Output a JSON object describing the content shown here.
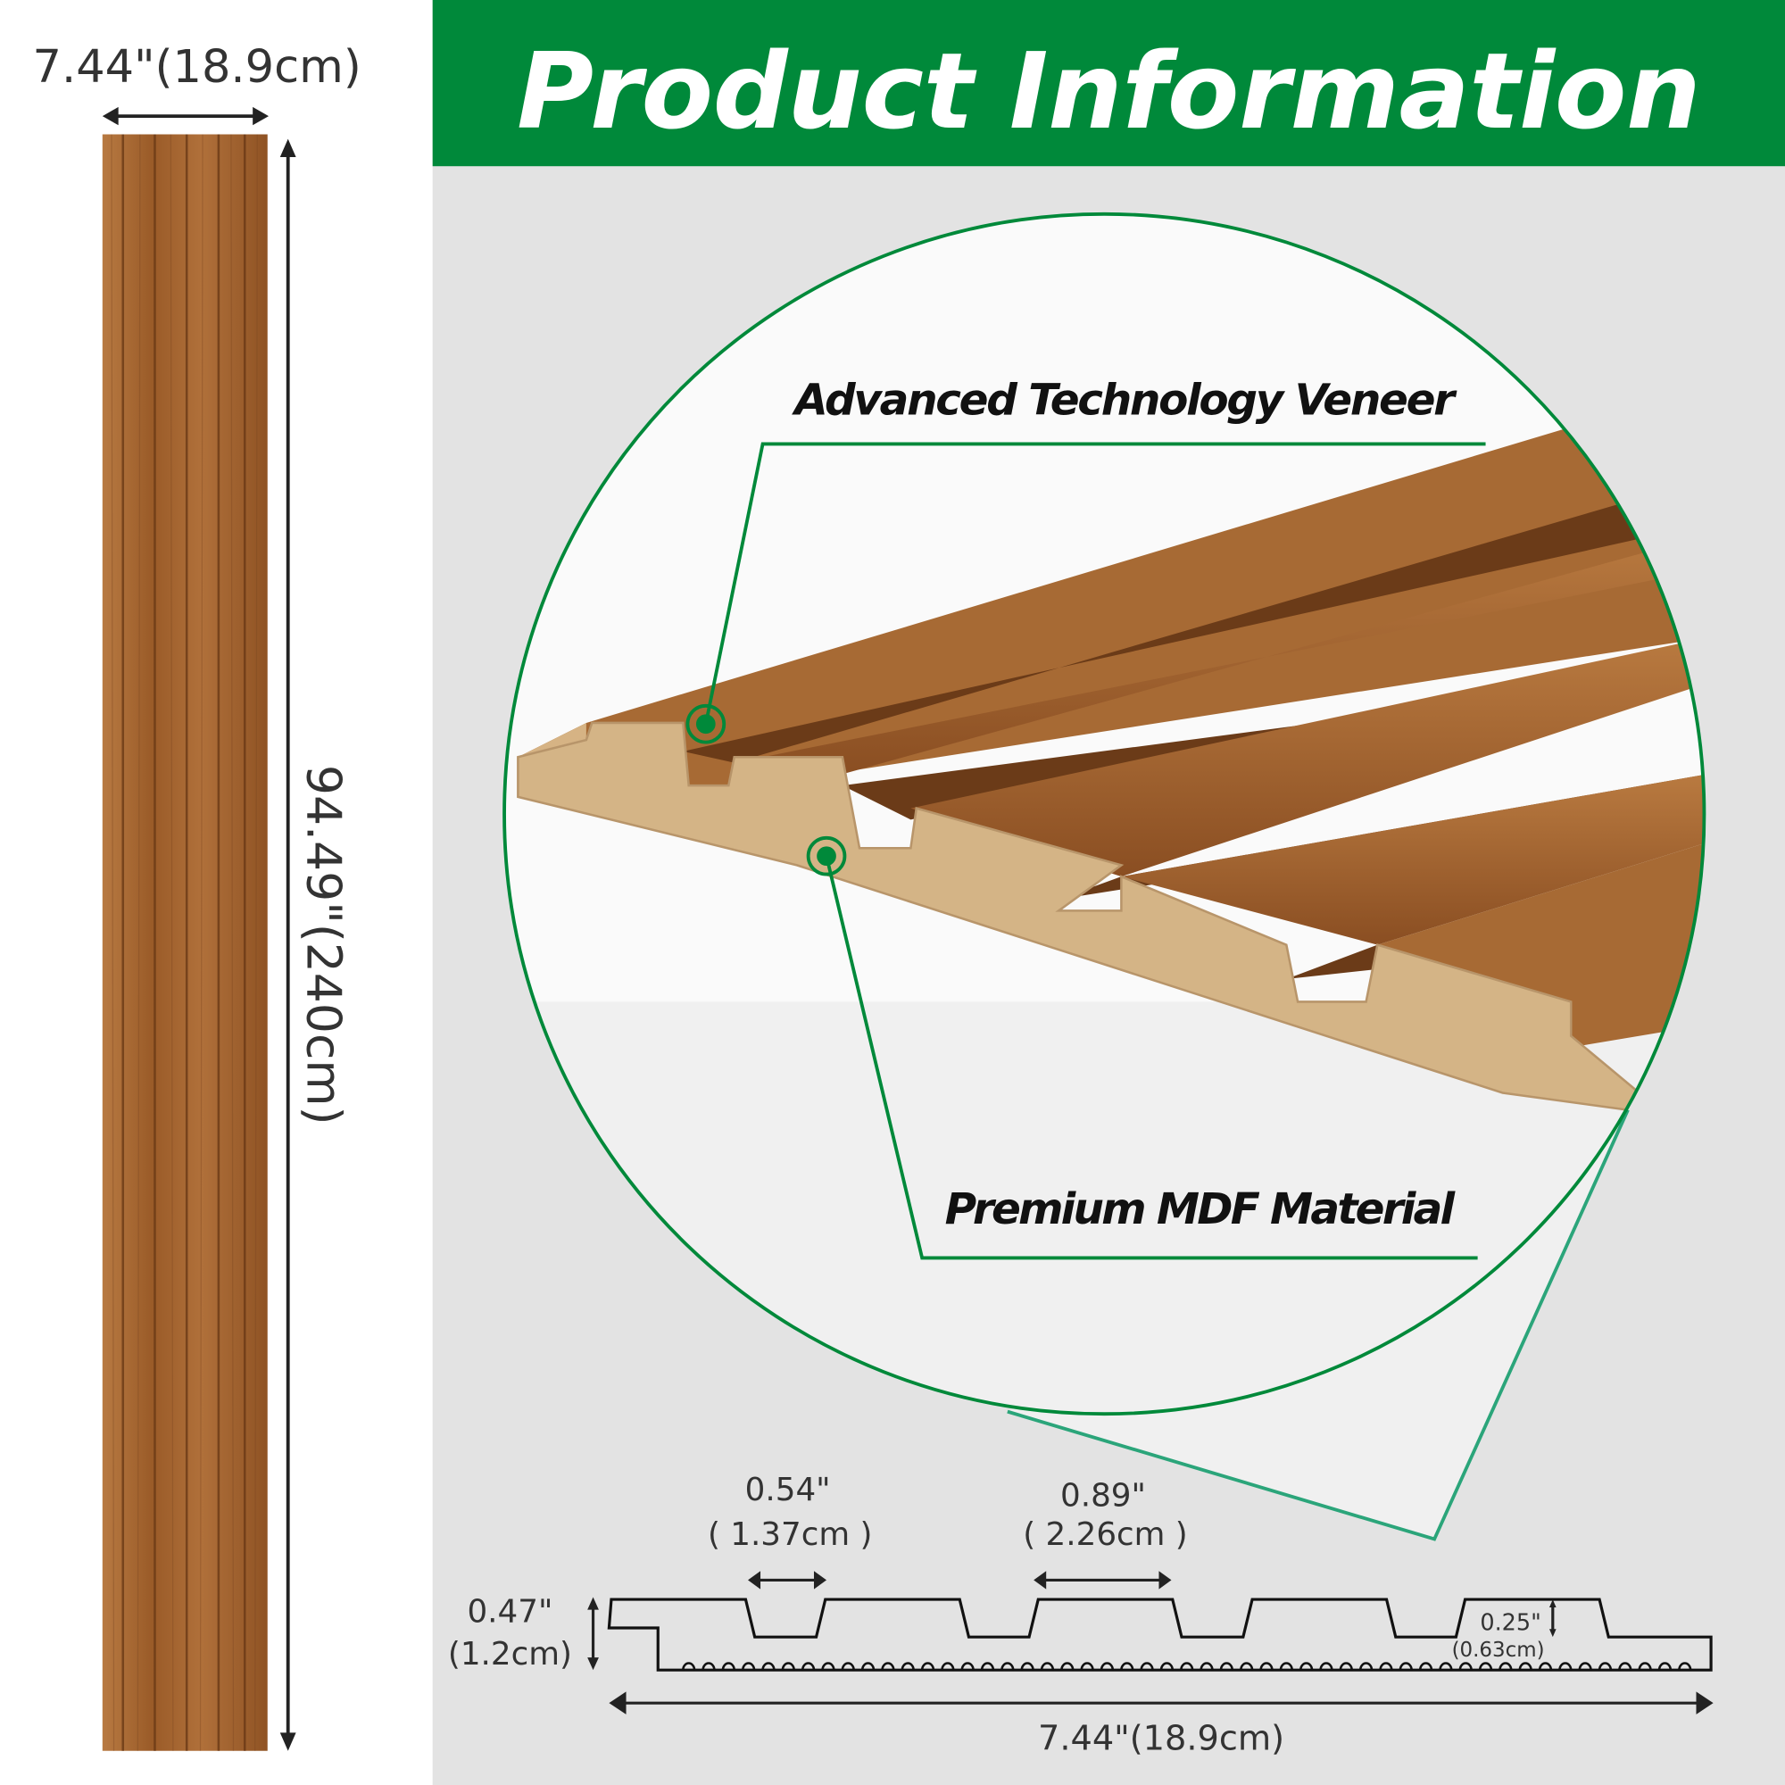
{
  "header": {
    "title": "Product Information"
  },
  "plank": {
    "width_label": "7.44\"(18.9cm)",
    "length_label": "94.49\"(240cm)"
  },
  "callouts": {
    "veneer": "Advanced Technology Veneer",
    "mdf": "Premium MDF Material"
  },
  "profile": {
    "groove_width": "0.54\"",
    "groove_width_cm": "( 1.37cm )",
    "rib_width": "0.89\"",
    "rib_width_cm": "( 2.26cm )",
    "thickness": "0.47\"",
    "thickness_cm": "(1.2cm)",
    "groove_depth": "0.25\"",
    "groove_depth_cm": "(0.63cm)",
    "total_width": "7.44\"(18.9cm)"
  },
  "colors": {
    "brand_green": "#00893a",
    "panel_bg": "#e3e3e3",
    "wood": "#a4642e",
    "mdf": "#d4b486"
  }
}
